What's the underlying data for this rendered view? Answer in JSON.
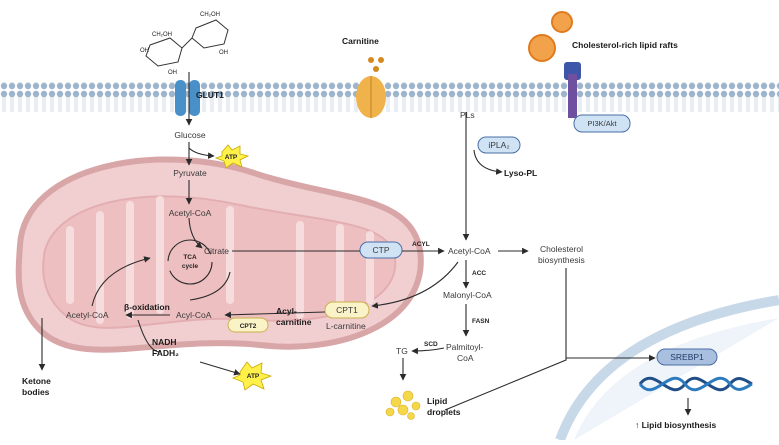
{
  "membrane_labels": {
    "glut1": "GLUT1",
    "carnitine": "Carnitine",
    "lipid_rafts": "Cholesterol-rich  lipid rafts",
    "pi3k": "PI3K/Akt"
  },
  "sugar_labels": {
    "ch2oh": "CH₂OH",
    "oh": "OH"
  },
  "metabolites": {
    "glucose": "Glucose",
    "atp": "ATP",
    "pyruvate": "Pyruvate",
    "acetyl_coa_mito": "Acetyl-CoA",
    "citrate": "Citrate",
    "tca_1": "TCA",
    "tca_2": "cycle",
    "acetyl_coa_left": "Acetyl-CoA",
    "beta_ox": "β-oxidation",
    "acyl_coa": "Acyl-CoA",
    "cpt2": "CPT2",
    "nadh": "NADH",
    "fadh": "FADH₂",
    "ketone_1": "Ketone",
    "ketone_2": "bodies",
    "acyl_carn_1": "Acyl-",
    "acyl_carn_2": "carnitine",
    "cpt1": "CPT1",
    "l_carnitine": "L-carnitine",
    "ctp": "CTP",
    "acyl": "ACYL",
    "acetyl_coa_cyto": "Acetyl-CoA",
    "pls": "PLs",
    "ipla2": "iPLA₂",
    "lyso_pl": "Lyso-PL",
    "acc": "ACC",
    "malonyl_coa": "Malonyl-CoA",
    "fasn": "FASN",
    "palmitoyl_1": "Palmitoyl-",
    "palmitoyl_2": "CoA",
    "scd": "SCD",
    "tg": "TG",
    "lipid_1": "Lipid",
    "lipid_2": "droplets",
    "chol_1": "Cholesterol",
    "chol_2": "biosynthesis",
    "srebp1": "SREBP1",
    "lipid_bio": "↑ Lipid biosynthesis"
  },
  "colors": {
    "mito_fill": "#f1cfd0",
    "mito_edge": "#d9a6a8",
    "transporter_blue": "#4a90c8",
    "carnitine_orange": "#f0b24a",
    "pill_blue": "#cfe3f5",
    "pill_yellow": "#fbf3c8",
    "atp_yellow": "#fff04a"
  }
}
